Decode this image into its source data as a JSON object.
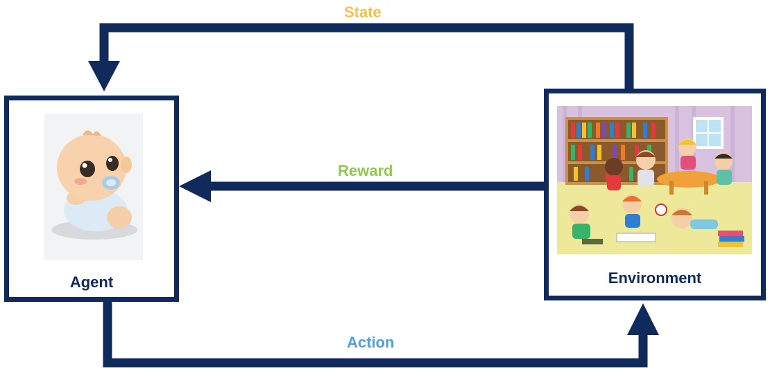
{
  "labels": {
    "state": "State",
    "reward": "Reward",
    "action": "Action"
  },
  "nodes": {
    "agent": {
      "label": "Agent"
    },
    "environment": {
      "label": "Environment"
    }
  },
  "illustrations": {
    "agent": "baby-illustration",
    "environment": "classroom-illustration"
  },
  "colors": {
    "arrow": "#102a5c",
    "state": "#f2c14e",
    "reward": "#92c755",
    "action": "#4aa3df"
  }
}
